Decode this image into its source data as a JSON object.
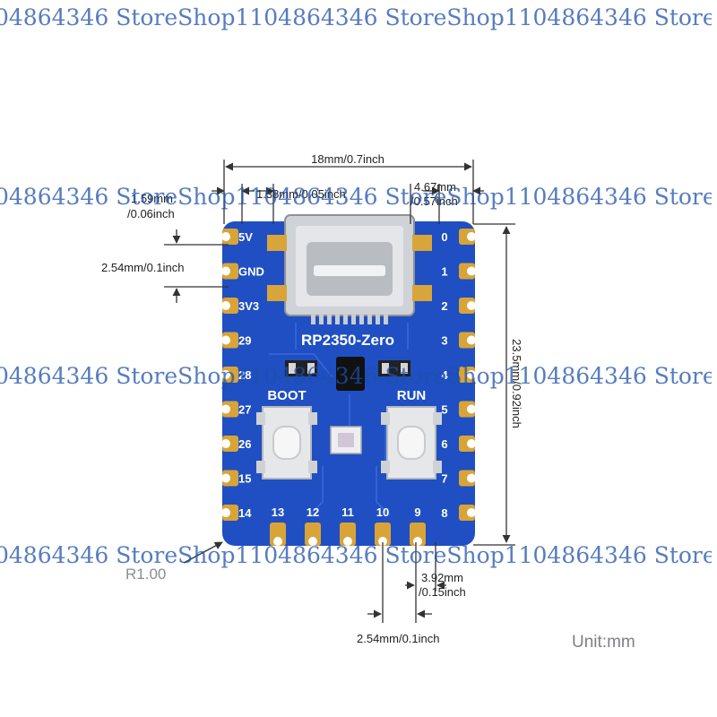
{
  "board": {
    "name": "RP2350-Zero",
    "boot_label": "BOOT",
    "run_label": "RUN",
    "left_pins": [
      "5V",
      "GND",
      "3V3",
      "29",
      "28",
      "27",
      "26",
      "15",
      "14"
    ],
    "right_pins": [
      "0",
      "1",
      "2",
      "3",
      "4",
      "5",
      "6",
      "7",
      "8"
    ],
    "bottom_pins": [
      "13",
      "12",
      "11",
      "10",
      "9"
    ],
    "pcb_color": "#1f4fc2",
    "pad_color": "#d9a437"
  },
  "dimensions": {
    "width": "18mm/0.7inch",
    "edge_offset_line1": "1.59mm",
    "edge_offset_line2": "/0.06inch",
    "usb_offset": "1.38mm/0.05inch",
    "right_offset_line1": "4.67mm",
    "right_offset_line2": "/0.57inch",
    "pin_pitch_left": "2.54mm/0.1inch",
    "height": "23.5mm/0.92inch",
    "bottom_offset_line1": "3.92mm",
    "bottom_offset_line2": "/0.15inch",
    "pin_pitch_bottom": "2.54mm/0.1inch"
  },
  "revision": "R1.00",
  "unit_label": "Unit:mm",
  "watermark": {
    "row1": "04864346 StoreShop1104864346 StoreShop1104864346 Store",
    "row2": "04864346 StoreShop1104864346 StoreShop1104864346 Store",
    "row3": "04864346 StoreShop1104864346 StoreShop1104864346 Store",
    "row4": "04864346 StoreShop1104864346 StoreShop1104864346 Store"
  }
}
